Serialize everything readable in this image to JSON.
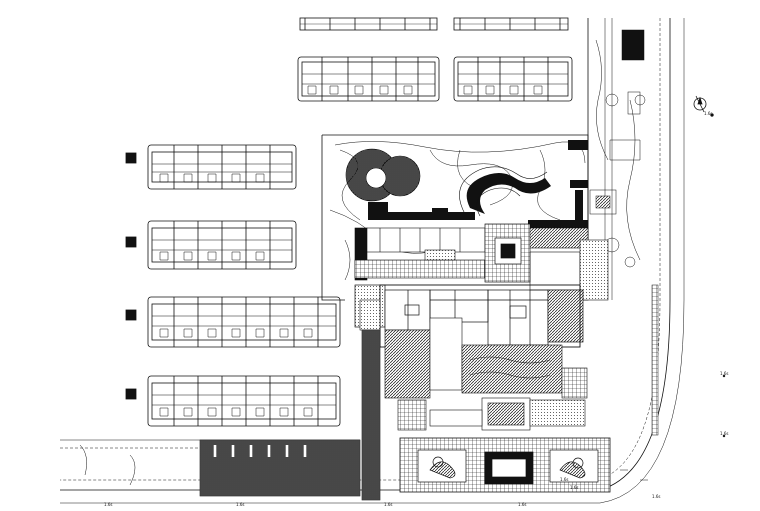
{
  "drawing": {
    "colors": {
      "ink": "#111111",
      "paper": "#ffffff",
      "hatch": "#1a1a1a",
      "light": "#666666"
    },
    "labels": {
      "bottom_marks": [
        "1.6s",
        "1.6s",
        "1.6s",
        "1.6s",
        "1.6s",
        "1.6s"
      ],
      "right_marks": [
        "1.6s",
        "1.6s",
        "1.6s"
      ],
      "gate_plaque": "1.6s"
    },
    "north_arrow": "north-arrow-icon"
  }
}
